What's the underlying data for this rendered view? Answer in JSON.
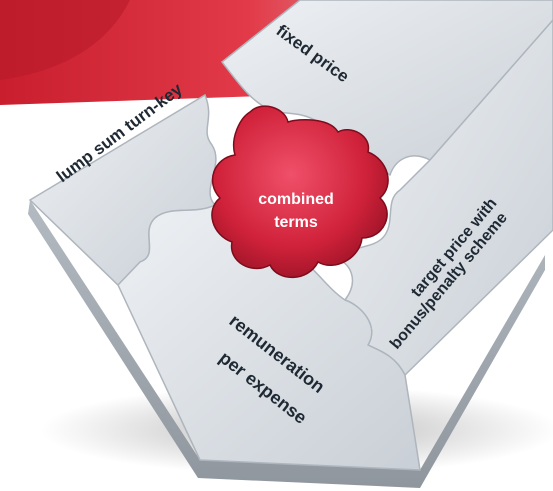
{
  "puzzle": {
    "center_label_line1": "combined",
    "center_label_line2": "terms",
    "pieces": {
      "top": "fixed price",
      "left": "lump sum turn-key",
      "right_line1": "target price with",
      "right_line2": "bonus/penalty scheme",
      "bottom_line1": "remuneration",
      "bottom_line2": "per expense"
    }
  },
  "colors": {
    "accent_red": "#d0223a",
    "piece_gray": "#dfe4ea",
    "label_dark": "#1f2933"
  }
}
